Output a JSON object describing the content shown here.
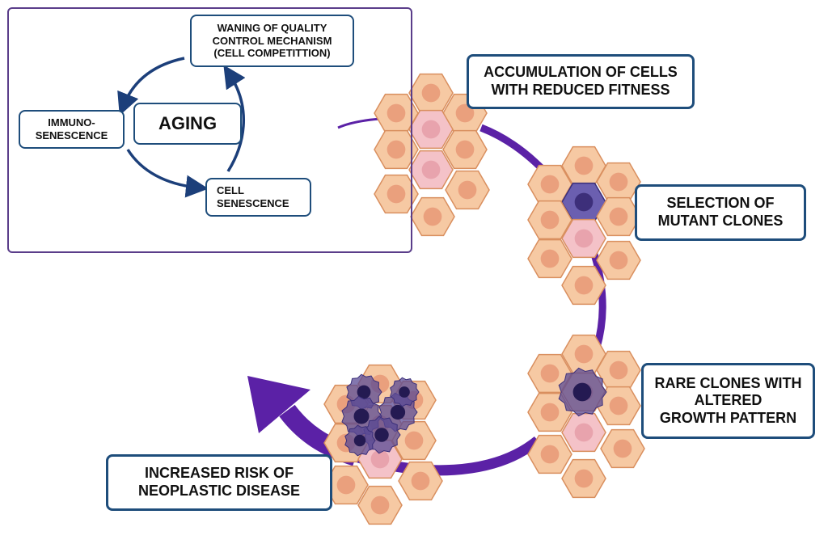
{
  "inset": {
    "center_label": "AGING",
    "waning": [
      "WANING OF QUALITY",
      "CONTROL MECHANISM",
      "(CELL COMPETITTION)"
    ],
    "immuno": [
      "IMMUNO-",
      "SENESCENCE"
    ],
    "cell_senescence": [
      "CELL",
      "SENESCENCE"
    ]
  },
  "stages": {
    "accumulation": [
      "ACCUMULATION OF CELLS",
      "WITH REDUCED FITNESS"
    ],
    "selection": [
      "SELECTION OF",
      "MUTANT CLONES"
    ],
    "rare_clones": [
      "RARE CLONES WITH",
      "ALTERED",
      "GROWTH PATTERN"
    ],
    "increased_risk": [
      "INCREASED RISK OF",
      "NEOPLASTIC DISEASE"
    ]
  },
  "colors": {
    "box_border": "#1e4d7b",
    "inset_border": "#5a3d8a",
    "cycle_arrow": "#1c3f7a",
    "progression_arrow": "#5b21a6",
    "healthy_cell": "#f6c9a3",
    "healthy_nucleus": "#eaa07d",
    "unfit_cell": "#f4c2c8",
    "mutant_cell": "#6b5fb0",
    "tumor_cell": "#5a4a94"
  }
}
